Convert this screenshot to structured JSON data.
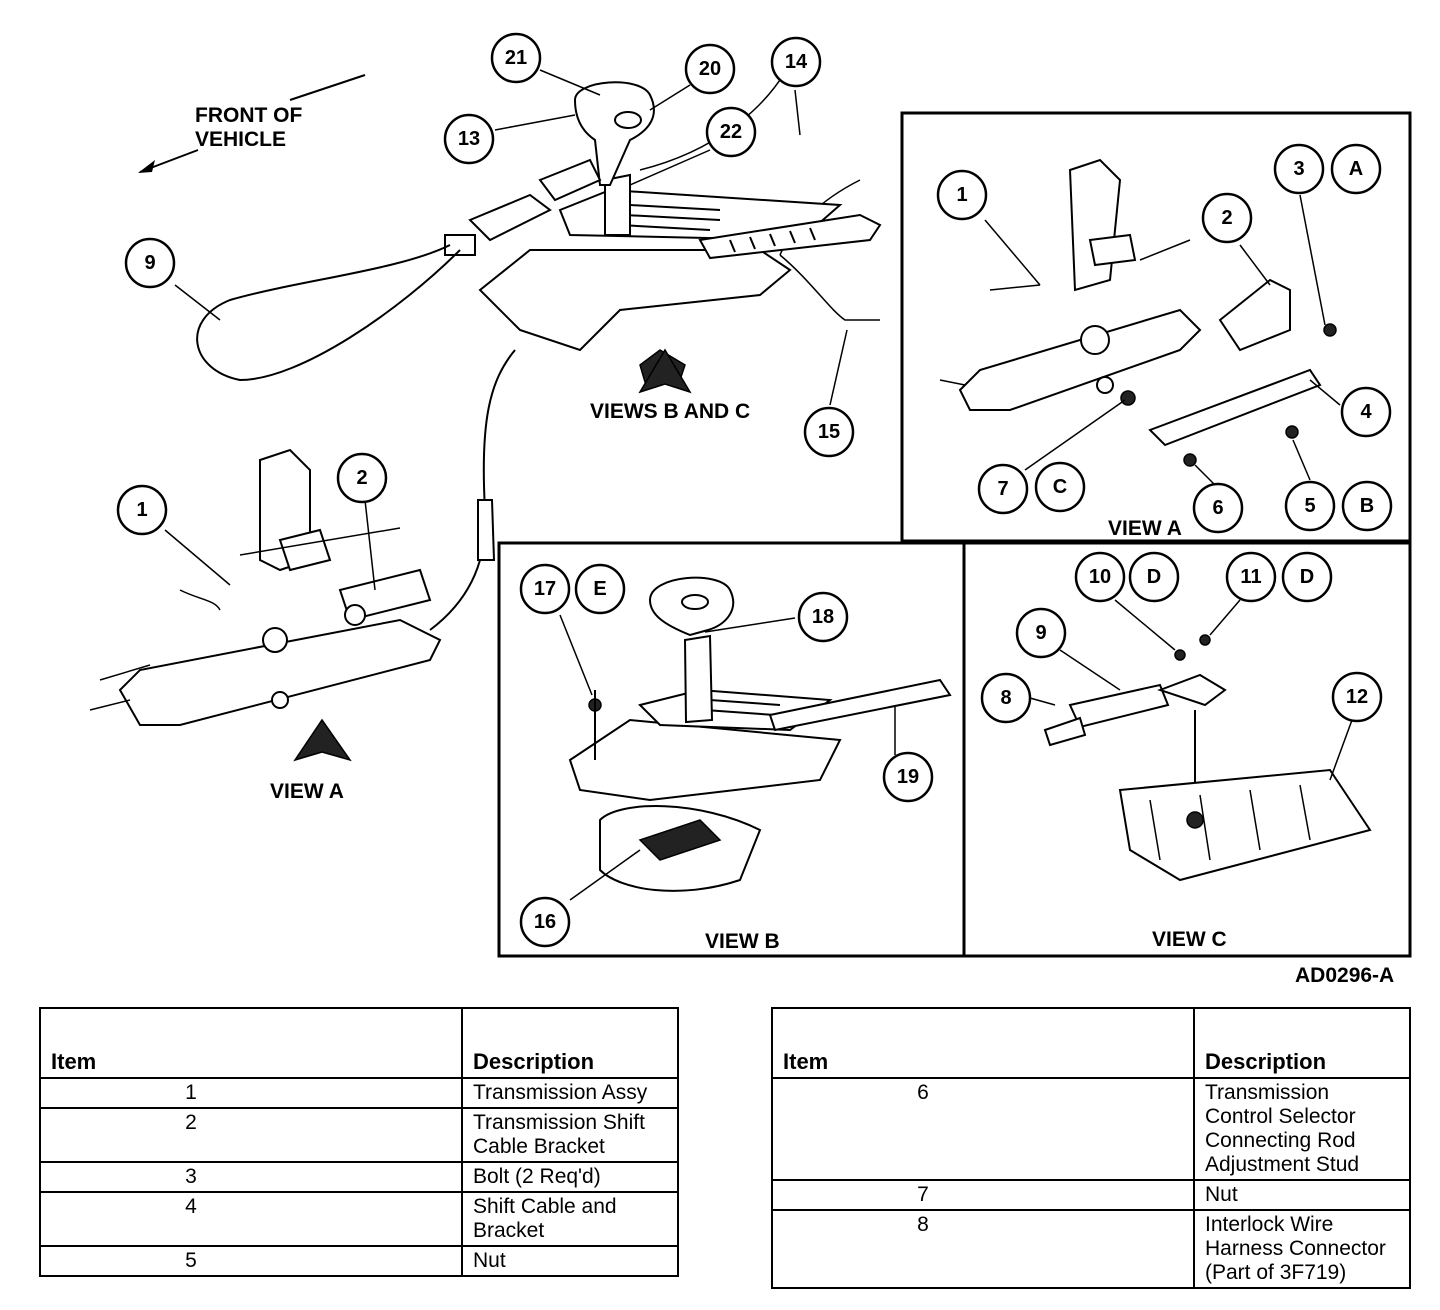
{
  "labels": {
    "front_of_vehicle_line1": "FRONT OF",
    "front_of_vehicle_line2": "VEHICLE",
    "views_b_and_c": "VIEWS B AND C",
    "view_a_main": "VIEW A",
    "view_a_inset": "VIEW A",
    "view_b": "VIEW B",
    "view_c": "VIEW C",
    "figure_code": "AD0296-A"
  },
  "callouts": {
    "main": [
      "21",
      "20",
      "14",
      "13",
      "22",
      "9",
      "15",
      "1",
      "2"
    ],
    "view_a": [
      "1",
      "2",
      "3",
      "A",
      "4",
      "7",
      "C",
      "6",
      "5",
      "B"
    ],
    "view_b": [
      "17",
      "E",
      "18",
      "19",
      "16"
    ],
    "view_c": [
      "10",
      "D",
      "11",
      "D",
      "9",
      "8",
      "12"
    ]
  },
  "table_left": {
    "col_item": "Item",
    "col_desc": "Description",
    "rows": [
      {
        "item": "1",
        "desc": "Transmission Assy"
      },
      {
        "item": "2",
        "desc": "Transmission Shift Cable Bracket"
      },
      {
        "item": "3",
        "desc": "Bolt (2 Req'd)"
      },
      {
        "item": "4",
        "desc": "Shift Cable and Bracket"
      },
      {
        "item": "5",
        "desc": "Nut"
      }
    ]
  },
  "table_right": {
    "col_item": "Item",
    "col_desc": "Description",
    "rows": [
      {
        "item": "6",
        "desc": "Transmission Control Selector Connecting Rod Adjustment Stud"
      },
      {
        "item": "7",
        "desc": "Nut"
      },
      {
        "item": "8",
        "desc": "Interlock Wire Harness Connector (Part of 3F719)"
      }
    ]
  }
}
